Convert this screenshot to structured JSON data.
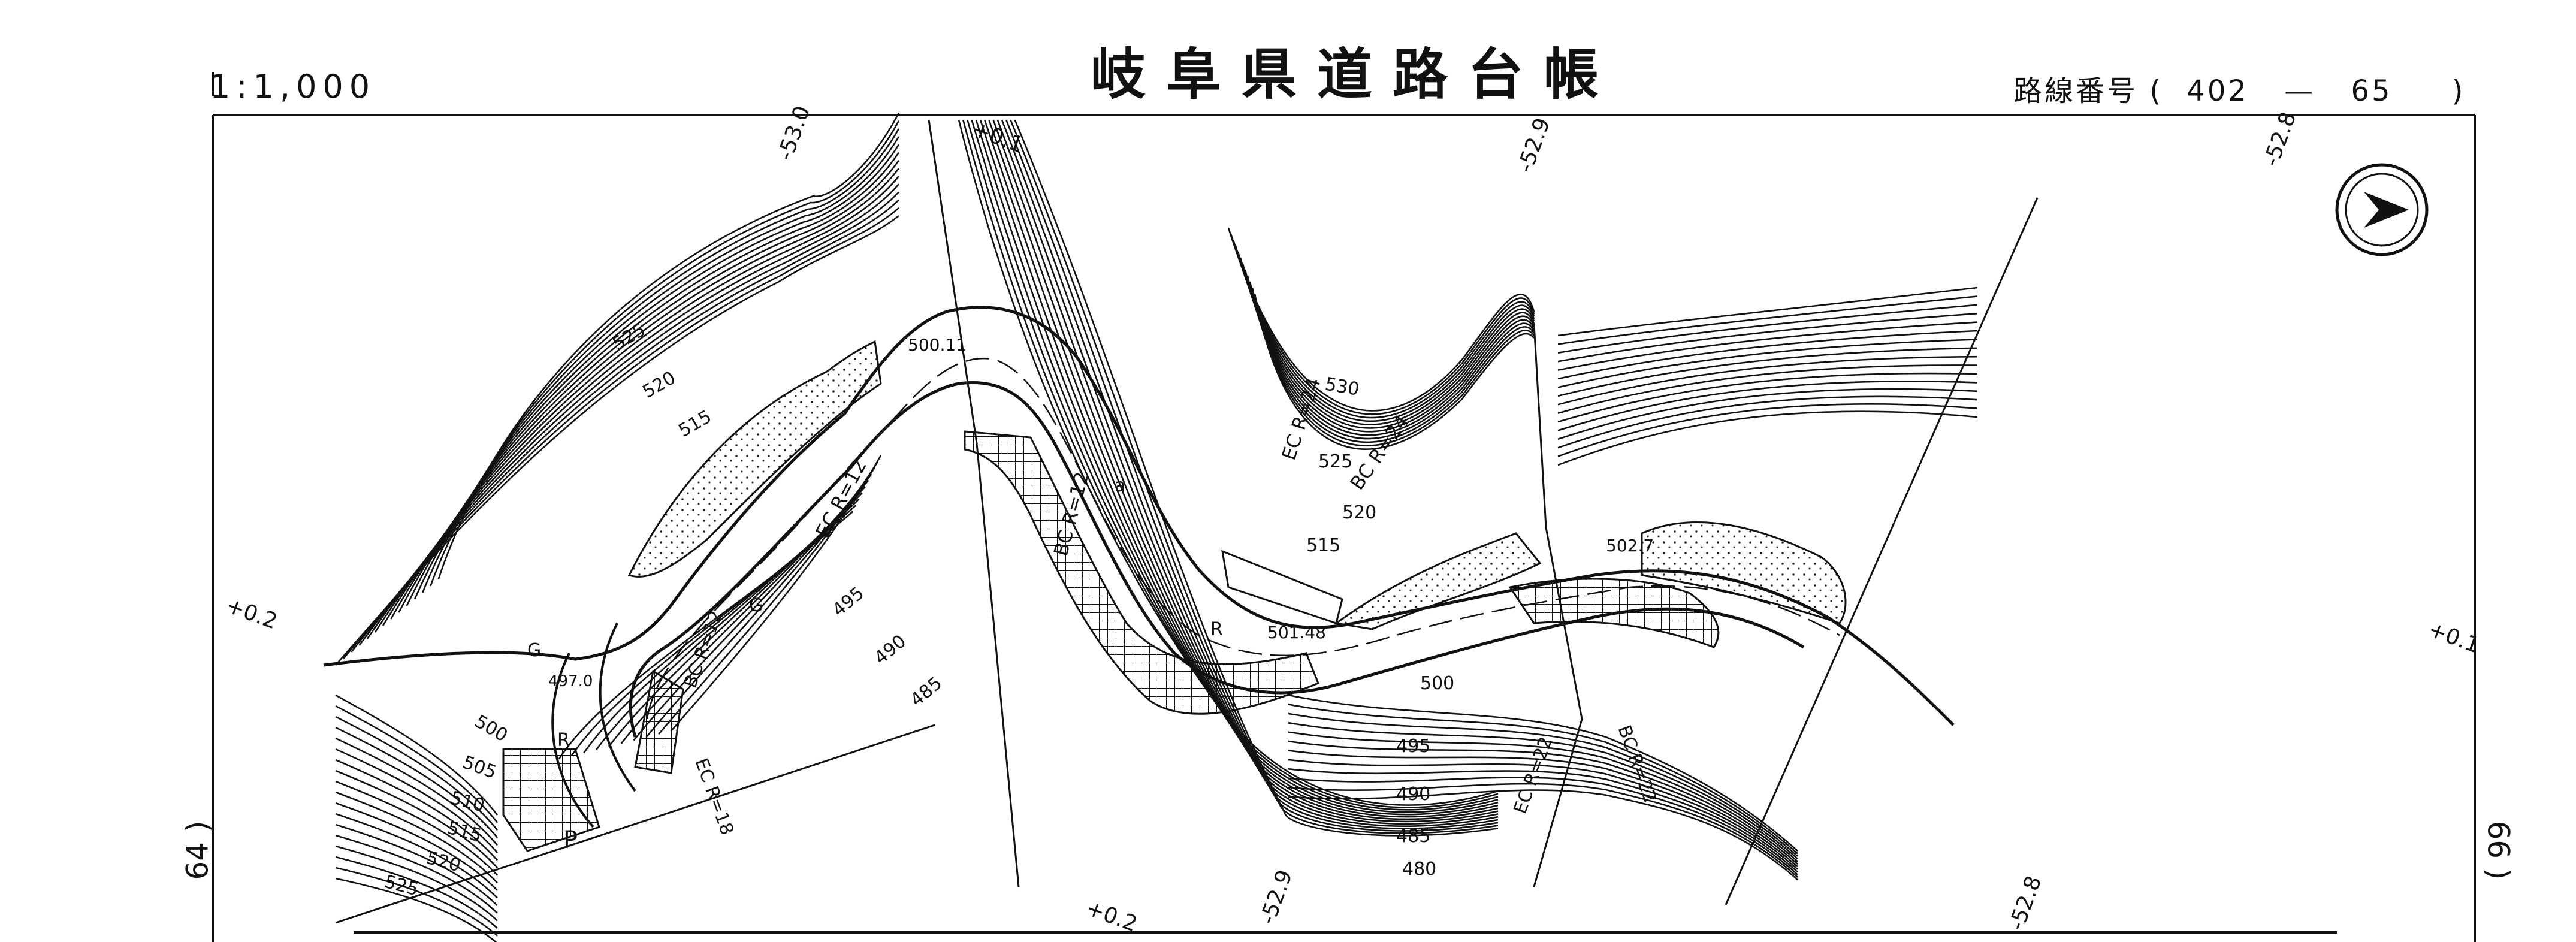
{
  "header": {
    "scale": "1:1,000",
    "title": "岐阜県道路台帳",
    "route_label": "路線番号",
    "route_open": "(",
    "route_number": "402",
    "route_dash": "—",
    "route_section": "65",
    "route_close": ")"
  },
  "adjacent_sheets": {
    "left": "64",
    "right": "66"
  },
  "margin_values": {
    "top_left": "-53.0",
    "top_plus": "+0.1",
    "top_mid": "-52.9",
    "top_right": "-52.8",
    "left_side": "+0.2",
    "right_side": "+0.1",
    "bottom_plus": "+0.2",
    "bottom_mid": "-52.9",
    "bottom_right": "-52.8"
  },
  "contours": [
    "525",
    "520",
    "515",
    "495",
    "490",
    "485",
    "530",
    "525",
    "520",
    "515",
    "500",
    "495",
    "490",
    "485",
    "480",
    "500",
    "505",
    "510",
    "515",
    "520",
    "525"
  ],
  "elevations": [
    "500.11",
    "501.48",
    "502.7",
    "497.0"
  ],
  "curves": [
    "EC R=12",
    "BC R=12",
    "EC R=24",
    "BC R=24",
    "EC R=22",
    "BC R=22",
    "EC R=18",
    "BC R=12"
  ],
  "symbols": {
    "letter_g": "G",
    "letter_r": "R",
    "letter_p": "P",
    "letter_a": "a"
  },
  "north_arrow": "north-arrow"
}
